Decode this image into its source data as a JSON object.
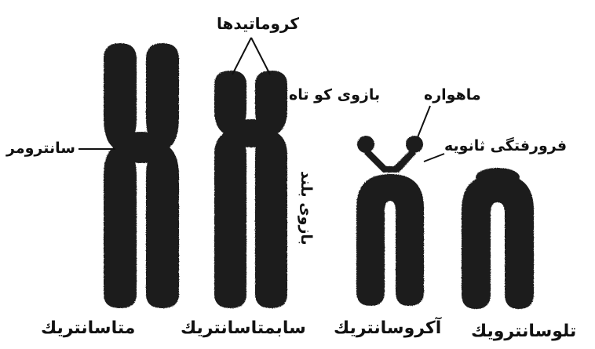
{
  "labels": {
    "chromatids": "کروماتیدها",
    "short_arm": "بازوی کو تاه",
    "satellite": "ماهواره",
    "secondary_constriction": "فرورفتگی ثانویه",
    "centromere": "سانترومر",
    "long_arm": "بازوی بلند"
  },
  "captions": {
    "metacentric": "متاسانتریك",
    "submetacentric": "سابمتاسانتریك",
    "acrocentric": "آکروسانتریك",
    "telocentric": "تلوسانترویك"
  },
  "colors": {
    "chromosome": "#1f1f1f",
    "background": "#ffffff",
    "text": "#111111"
  }
}
